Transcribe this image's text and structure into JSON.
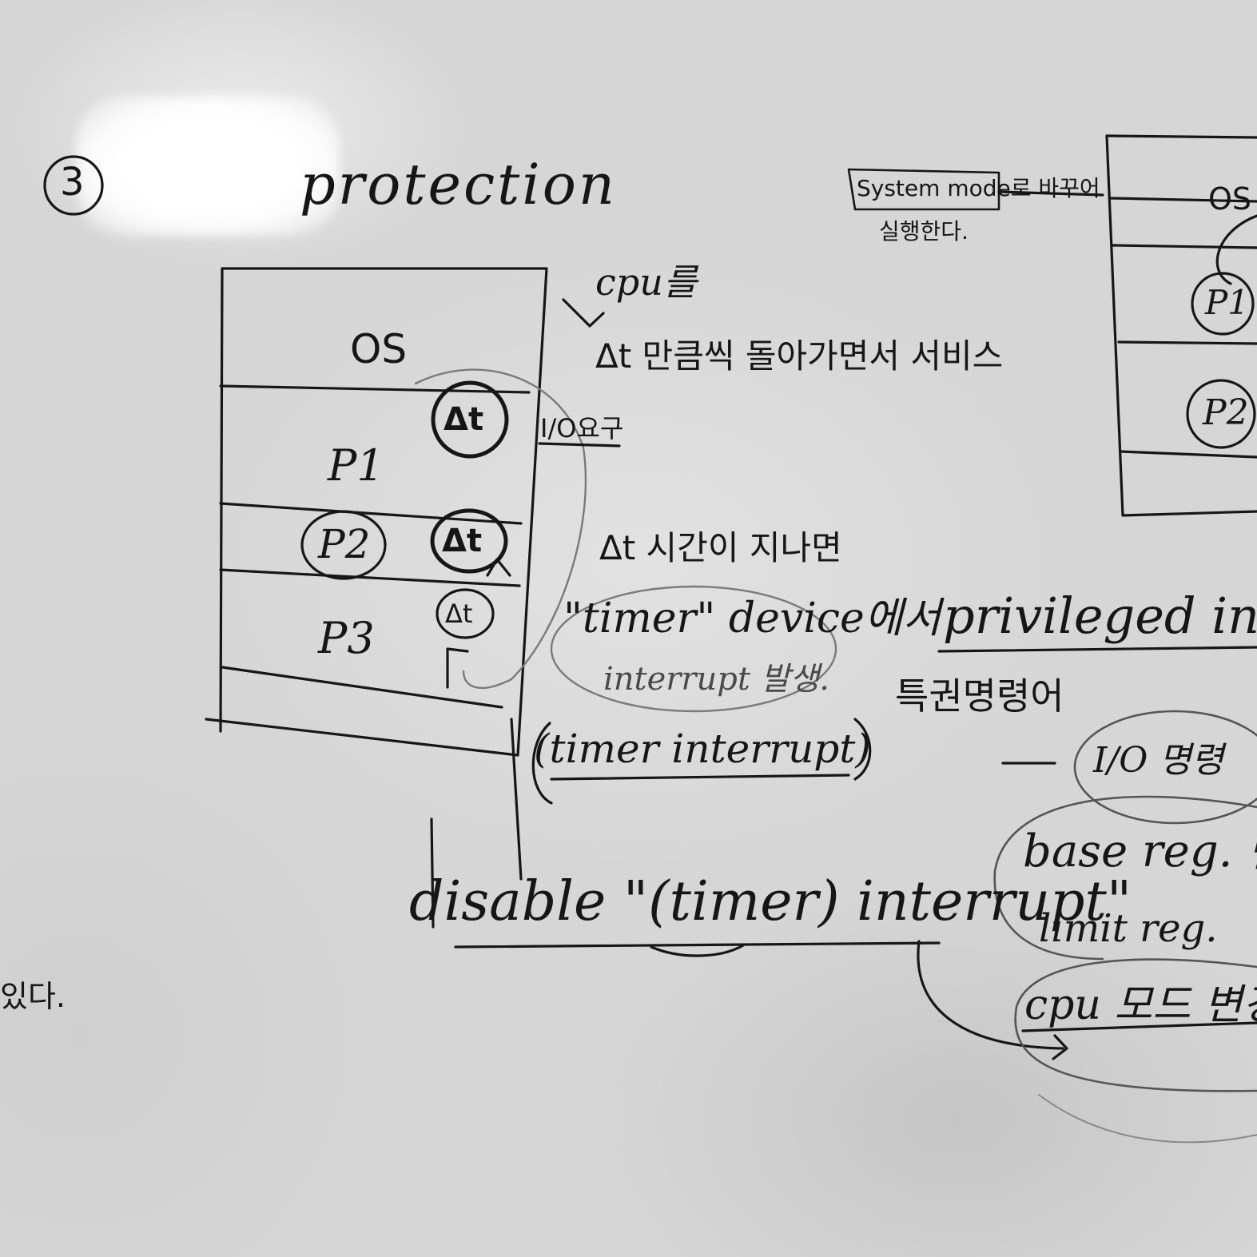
{
  "section": {
    "number": "3",
    "title": "protection"
  },
  "left_diagram": {
    "rows": [
      "OS",
      "P1",
      "P2",
      "P3"
    ],
    "slice": "Δt",
    "slices": [
      "Δt",
      "Δt",
      "Δt"
    ]
  },
  "notes": {
    "cpu": "cpu를",
    "round_robin": "Δt 만큼씩 돌아가면서 서비스",
    "io_request": "I/O요구",
    "after_dt": "Δt 시간이 지나면",
    "timer_device": "\"timer\" device에서",
    "interrupt_occurs": "interrupt 발생.",
    "timer_interrupt": "(timer interrupt)",
    "disable": "disable \"(timer) interrupt\""
  },
  "right_notes": {
    "system_mode": "System mode로 바꾸어",
    "execute": "실행한다.",
    "privileged": "privileged inst",
    "privileged_ko": "특권명령어",
    "io_cmd": "I/O 명령",
    "base_reg": "base reg. 변",
    "limit_reg": "limit reg.",
    "cpu_mode": "cpu 모드 변경"
  },
  "right_diagram": {
    "rows": [
      "OS",
      "P1",
      "P2"
    ]
  },
  "left_edge": "있다."
}
